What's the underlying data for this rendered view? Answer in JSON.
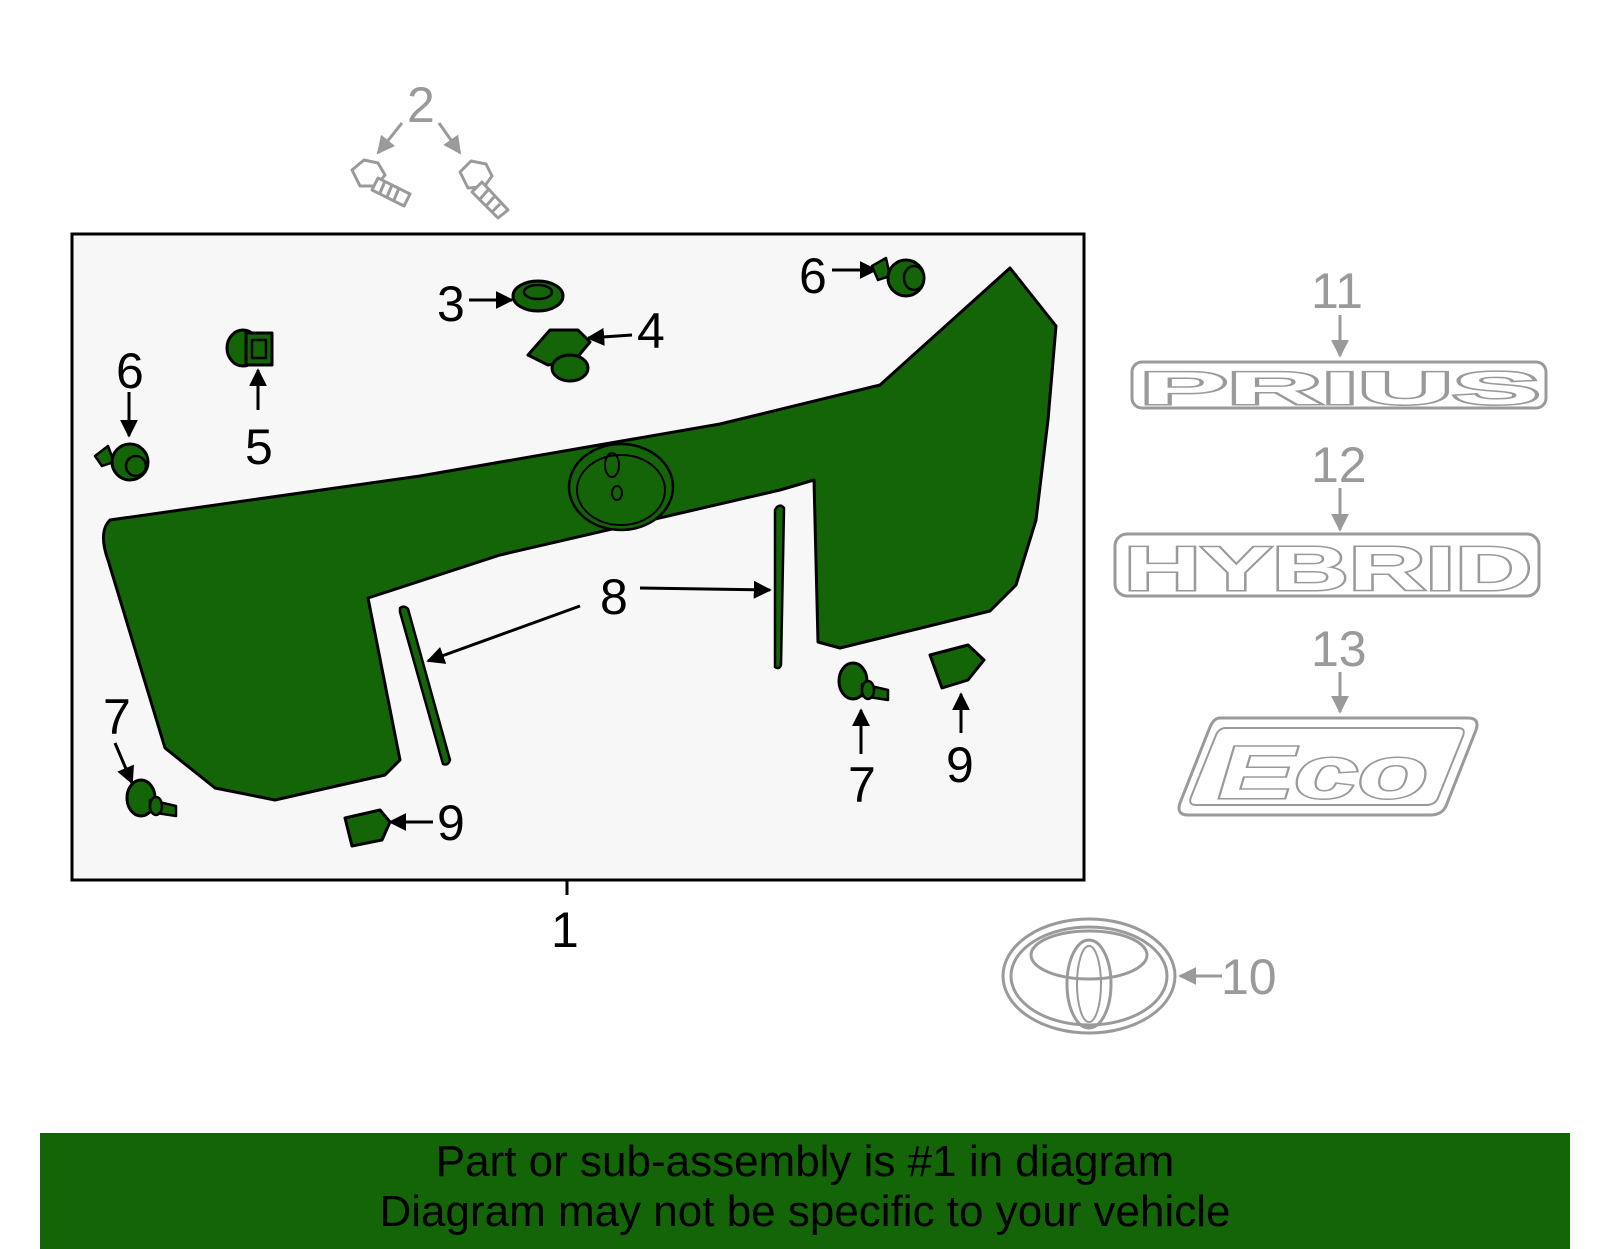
{
  "colors": {
    "highlight_green": "#146408",
    "outline_black": "#000000",
    "non_highlighted_grey": "#9a9a9a",
    "box_background": "#f7f7f7"
  },
  "callouts": {
    "c1": "1",
    "c2": "2",
    "c3": "3",
    "c4": "4",
    "c5": "5",
    "c6a": "6",
    "c6b": "6",
    "c7a": "7",
    "c7b": "7",
    "c8": "8",
    "c9a": "9",
    "c9b": "9",
    "c10": "10",
    "c11": "11",
    "c12": "12",
    "c13": "13"
  },
  "emblems": {
    "prius": "PRIUS",
    "hybrid": "HYBRID",
    "eco": "Eco"
  },
  "banner": {
    "line1": "Part or sub-assembly is #1 in diagram",
    "line2": "Diagram may not be specific to your vehicle"
  }
}
